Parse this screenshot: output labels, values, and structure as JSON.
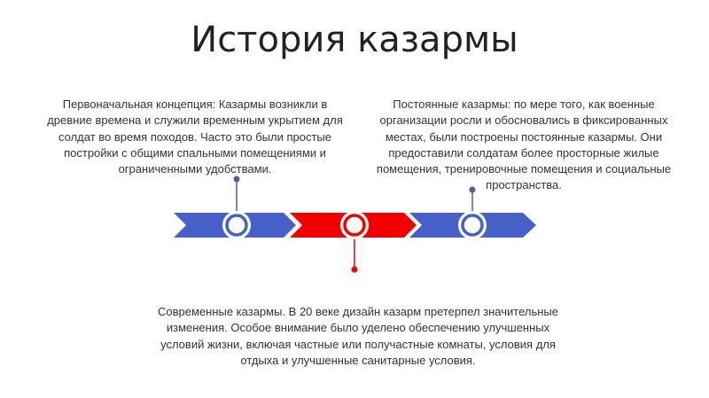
{
  "title": "История казармы",
  "colors": {
    "blue": "#4660c8",
    "red": "#f20000",
    "connector_blue": "#4f5f8f",
    "text": "#333333"
  },
  "timeline": {
    "segments": [
      {
        "color": "blue"
      },
      {
        "color": "red"
      },
      {
        "color": "blue"
      }
    ],
    "milestones": [
      {
        "color": "blue",
        "connector": "up",
        "text": "Первоначальная концепция: Казармы возникли в древние времена и служили временным укрытием для солдат во время походов. Часто это были простые постройки с общими спальными помещениями и ограниченными удобствами."
      },
      {
        "color": "red",
        "connector": "down",
        "text": "Современные казармы. В 20 веке дизайн казарм претерпел значительные изменения. Особое внимание было уделено обеспечению улучшенных условий жизни, включая частные или получастные комнаты, условия для отдыха и улучшенные санитарные условия."
      },
      {
        "color": "blue",
        "connector": "up",
        "text": "Постоянные казармы: по мере того, как военные организации росли и обосновались в фиксированных местах, были построены постоянные казармы. Они предоставили солдатам более просторные жилые помещения, тренировочные помещения и социальные пространства."
      }
    ]
  }
}
